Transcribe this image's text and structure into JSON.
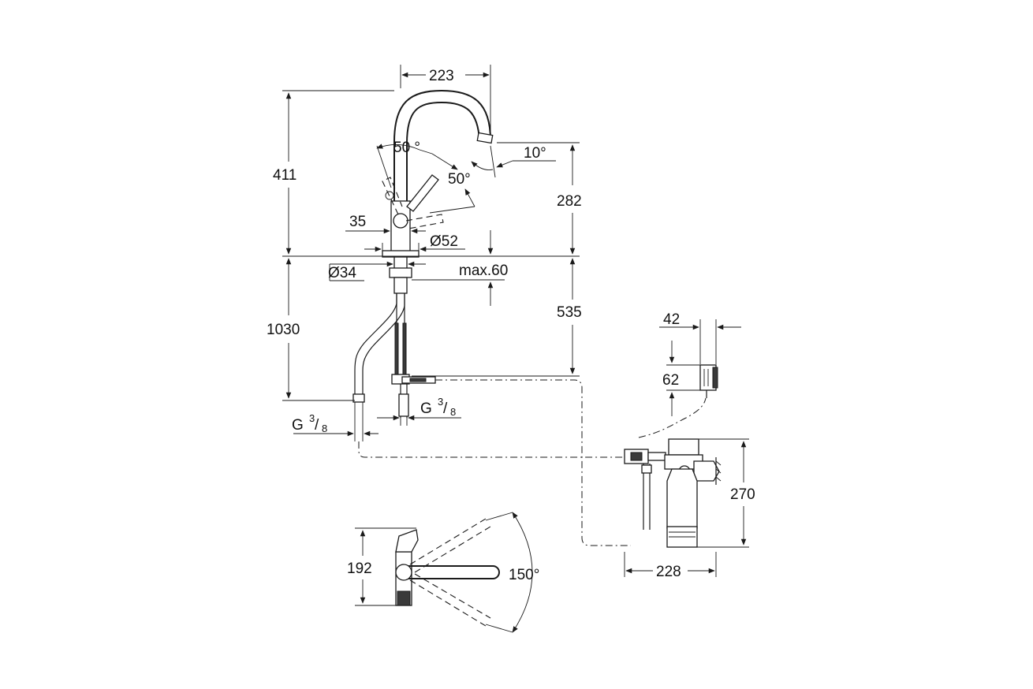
{
  "labels": {
    "dim_223": "223",
    "dim_411": "411",
    "dim_50a": "50 °",
    "dim_50b": "50°",
    "dim_10": "10°",
    "dim_282": "282",
    "dim_35": "35",
    "dim_d52": "Ø52",
    "dim_d34": "Ø34",
    "dim_max60": "max.60",
    "dim_1030": "1030",
    "dim_535": "535",
    "dim_42": "42",
    "dim_62": "62",
    "g_left_main": "G",
    "g_left_num": "3",
    "g_left_den": "/",
    "g_left_sub": "8",
    "g_right_main": "G",
    "g_right_num": "3",
    "g_right_den": "/",
    "g_right_sub": "8",
    "dim_270": "270",
    "dim_228": "228",
    "dim_192": "192",
    "dim_150": "150°"
  }
}
